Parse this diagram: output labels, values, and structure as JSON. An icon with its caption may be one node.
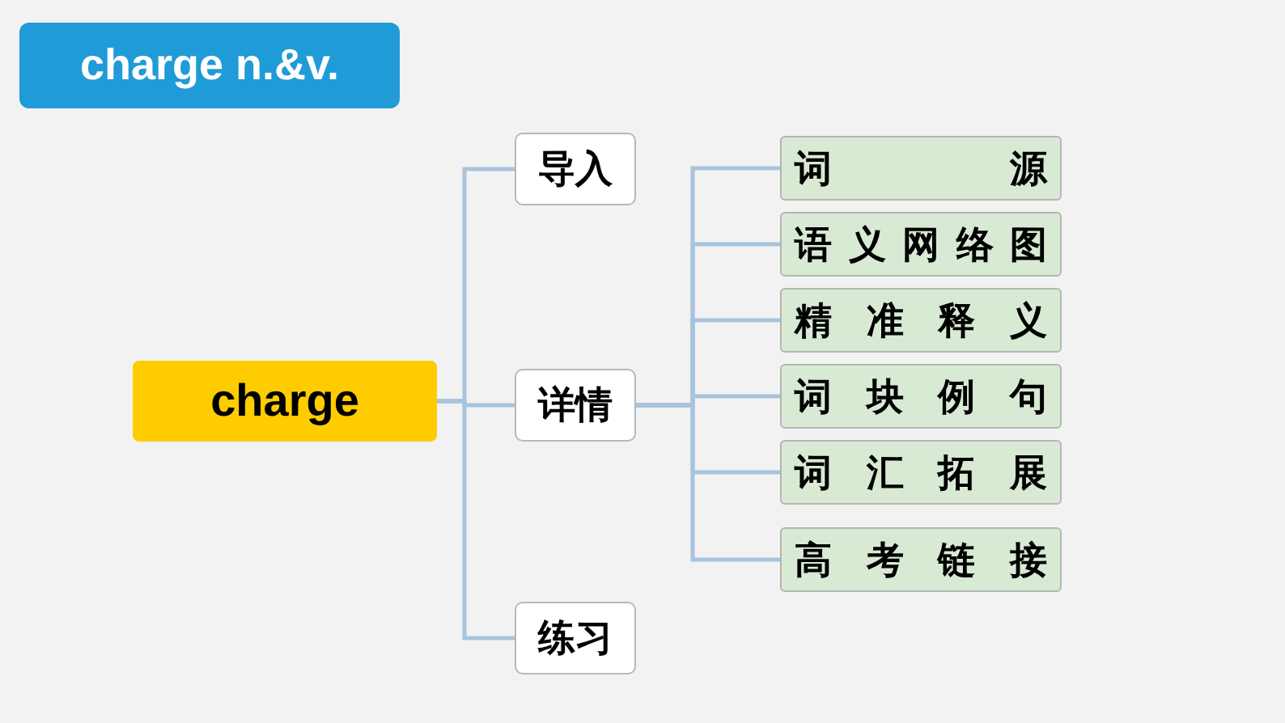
{
  "diagram": {
    "title": "charge n.&v.",
    "nodes": [
      {
        "text": [
          "charge"
        ]
      },
      {
        "text": [
          "导入"
        ]
      },
      {
        "text": [
          "详情"
        ]
      },
      {
        "text": [
          "练习"
        ]
      },
      {
        "text": [
          "词源"
        ]
      },
      {
        "text": [
          "语义网络图"
        ]
      },
      {
        "text": [
          "精准释义"
        ]
      },
      {
        "text": [
          "词块例句"
        ]
      },
      {
        "text": [
          "词汇拓展"
        ]
      },
      {
        "text": [
          "高考链接"
        ]
      }
    ],
    "edges": [
      {
        "from": 0,
        "to": 1,
        "arrow": "none"
      },
      {
        "from": 0,
        "to": 2,
        "arrow": "none"
      },
      {
        "from": 0,
        "to": 3,
        "arrow": "none"
      },
      {
        "from": 2,
        "to": 4,
        "arrow": "none"
      },
      {
        "from": 2,
        "to": 5,
        "arrow": "none"
      },
      {
        "from": 2,
        "to": 6,
        "arrow": "none"
      },
      {
        "from": 2,
        "to": 7,
        "arrow": "none"
      },
      {
        "from": 2,
        "to": 8,
        "arrow": "none"
      },
      {
        "from": 2,
        "to": 9,
        "arrow": "none"
      }
    ]
  }
}
